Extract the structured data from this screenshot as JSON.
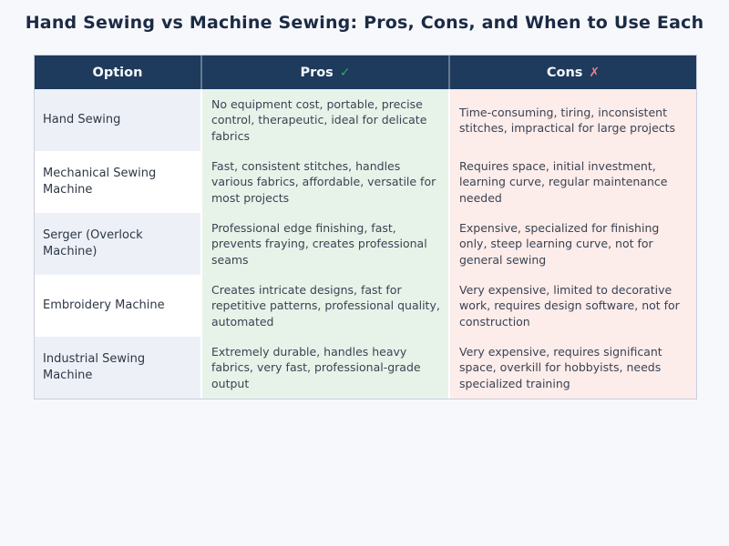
{
  "title": "Hand Sewing vs Machine Sewing: Pros, Cons, and When to Use Each",
  "table": {
    "headers": {
      "option": "Option",
      "pros": "Pros",
      "pros_icon": "✓",
      "cons": "Cons",
      "cons_icon": "✗"
    },
    "rows": [
      {
        "option": "Hand Sewing",
        "pros": "No equipment cost, portable, precise control, therapeutic, ideal for delicate fabrics",
        "cons": "Time-consuming, tiring, inconsistent stitches, impractical for large projects"
      },
      {
        "option": "Mechanical Sewing Machine",
        "pros": "Fast, consistent stitches, handles various fabrics, affordable, versatile for most projects",
        "cons": "Requires space, initial investment, learning curve, regular maintenance needed"
      },
      {
        "option": "Serger (Overlock Machine)",
        "pros": "Professional edge finishing, fast, prevents fraying, creates professional seams",
        "cons": "Expensive, specialized for finishing only, steep learning curve, not for general sewing"
      },
      {
        "option": "Embroidery Machine",
        "pros": "Creates intricate designs, fast for repetitive patterns, professional quality, automated",
        "cons": "Very expensive, limited to decorative work, requires design software, not for construction"
      },
      {
        "option": "Industrial Sewing Machine",
        "pros": "Extremely durable, handles heavy fabrics, very fast, professional-grade output",
        "cons": "Very expensive, requires significant space, overkill for hobbyists, needs specialized training"
      }
    ]
  },
  "colors": {
    "page_bg": "#f7f8fb",
    "title_text": "#1b2b45",
    "header_bg": "#1e3a5c",
    "header_text": "#f5f7fa",
    "option_row_alt_bg": "#edf1f7",
    "pros_bg": "#e7f3e9",
    "cons_bg": "#fcecea",
    "check_green": "#2eac5e",
    "cross_red": "#ec7f8e",
    "table_border": "#c9cede",
    "body_text": "#3a4352"
  }
}
